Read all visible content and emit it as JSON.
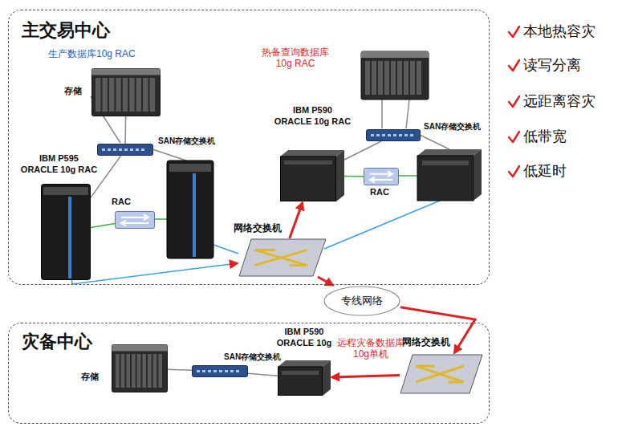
{
  "diagram": {
    "nodes": [
      {
        "text": [
          "主交易中心"
        ]
      },
      {
        "text": [
          "存储"
        ],
        "in": 0
      },
      {
        "text": [
          "SAN存储交换机"
        ],
        "in": 0
      },
      {
        "text": [
          "IBM P595 ORACLE 10g RAC"
        ],
        "in": 0
      },
      {
        "text": [
          "RAC"
        ],
        "in": 0
      },
      {
        "text": [
          "网络交换机"
        ],
        "in": 0
      },
      {
        "text": [
          "SAN存储交换机"
        ],
        "in": 0
      },
      {
        "text": [
          "IBM P590 ORACLE 10g RAC"
        ],
        "in": 0
      },
      {
        "text": [
          "RAC"
        ],
        "in": 0
      },
      {
        "text": [
          "专线网络"
        ]
      },
      {
        "text": [
          "灾备中心"
        ]
      },
      {
        "text": [
          "存储"
        ],
        "in": 10
      },
      {
        "text": [
          "SAN存储交换机"
        ],
        "in": 10
      },
      {
        "text": [
          "IBM P590 ORACLE 10g"
        ],
        "in": 10
      },
      {
        "text": [
          "网络交换机"
        ],
        "in": 10
      }
    ],
    "edges": [
      {
        "from": 1,
        "to": 2,
        "arrow": "none"
      },
      {
        "from": 2,
        "to": 3,
        "arrow": "none"
      },
      {
        "from": 3,
        "to": 4,
        "arrow": "none"
      },
      {
        "from": 3,
        "to": 5,
        "arrow": "to"
      },
      {
        "from": 5,
        "to": 7,
        "arrow": "to"
      },
      {
        "from": 6,
        "to": 7,
        "arrow": "none"
      },
      {
        "from": 8,
        "to": 7,
        "arrow": "none"
      },
      {
        "from": 5,
        "to": 9,
        "arrow": "to"
      },
      {
        "from": 9,
        "to": 14,
        "arrow": "to"
      },
      {
        "from": 14,
        "to": 13,
        "arrow": "to"
      },
      {
        "from": 11,
        "to": 12,
        "arrow": "none"
      },
      {
        "from": 12,
        "to": 13,
        "arrow": "none"
      }
    ],
    "labels": [
      "生产数据库10g RAC",
      "热备查询数据库 10g RAC",
      "远程灾备数据库 10g单机",
      "本地热容灾",
      "读写分离",
      "远距离容灾",
      "低带宽",
      "低延时"
    ]
  }
}
